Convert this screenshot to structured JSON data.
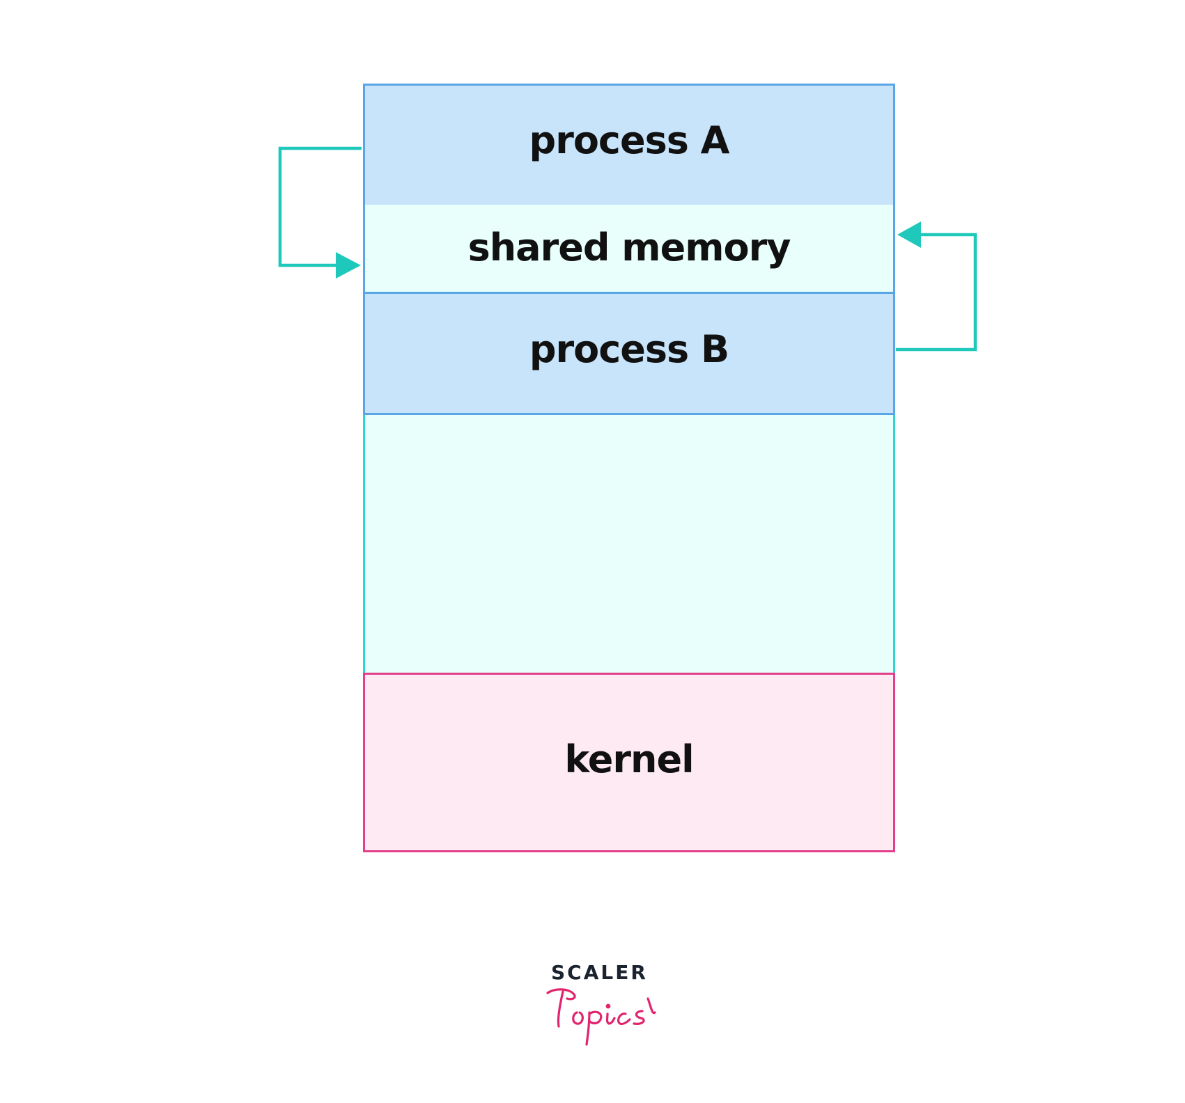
{
  "diagram": {
    "blocks": {
      "process_a": "process A",
      "shared_memory": "shared memory",
      "process_b": "process B",
      "kernel": "kernel"
    },
    "colors": {
      "process_fill": "#c7e4fb",
      "process_border": "#5aa5e6",
      "shared_fill": "#e8fffb",
      "free_fill": "#e8fffb",
      "free_border": "#2fd4cf",
      "kernel_fill": "#feeaf3",
      "kernel_border": "#e2408a",
      "arrow": "#1ec8bb"
    }
  },
  "logo": {
    "word": "SCALER",
    "script": "Topics"
  }
}
